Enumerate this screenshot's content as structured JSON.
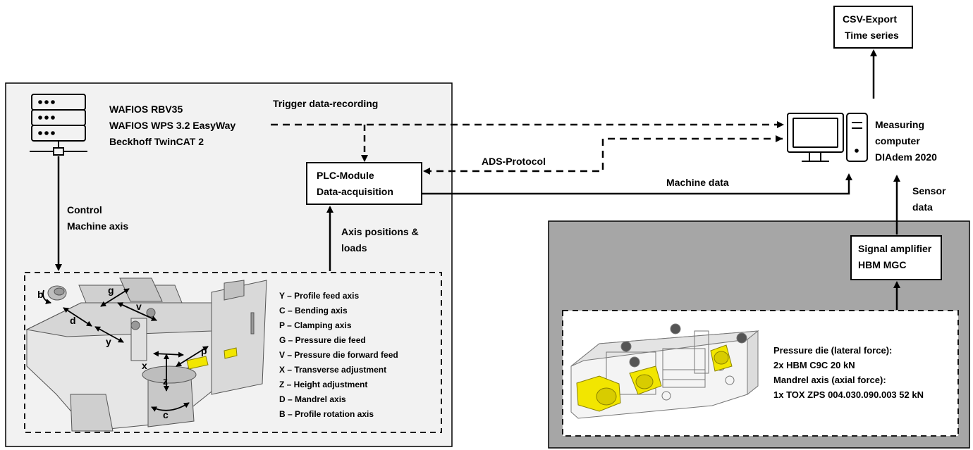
{
  "machine": {
    "lines": [
      "WAFIOS RBV35",
      "WAFIOS WPS 3.2 EasyWay",
      "Beckhoff TwinCAT 2"
    ]
  },
  "plc": {
    "lines": [
      "PLC-Module",
      "Data-acquisition"
    ]
  },
  "labels": {
    "trigger": "Trigger data-recording",
    "ads": "ADS-Protocol",
    "machine_data": "Machine data",
    "control": [
      "Control",
      "Machine axis"
    ],
    "axis_positions": [
      "Axis positions &",
      "loads"
    ],
    "sensor": [
      "Sensor",
      "data"
    ]
  },
  "csv": {
    "lines": [
      "CSV-Export",
      "Time series"
    ]
  },
  "computer": {
    "lines": [
      "Measuring",
      "computer",
      "DIAdem 2020"
    ]
  },
  "amplifier": {
    "lines": [
      "Signal amplifier",
      "HBM MGC"
    ]
  },
  "axes_legend": [
    "Y – Profile feed axis",
    "C – Bending axis",
    "P – Clamping axis",
    "G – Pressure die feed",
    "V – Pressure die forward feed",
    "X – Transverse adjustment",
    "Z – Height adjustment",
    "D – Mandrel axis",
    "B – Profile rotation axis"
  ],
  "axis_letters": {
    "b": "b",
    "g": "g",
    "v": "v",
    "d": "d",
    "y": "y",
    "p": "p",
    "x": "x",
    "z": "z",
    "c": "c"
  },
  "sensors": [
    "Pressure die (lateral force):",
    "2x HBM C9C 20 kN",
    "Mandrel axis (axial force):",
    "1x TOX ZPS 004.030.090.003 52 kN"
  ],
  "colors": {
    "panel_left": "#f2f2f2",
    "panel_right": "#a6a6a6",
    "sensor_yellow": "#f2e600"
  }
}
